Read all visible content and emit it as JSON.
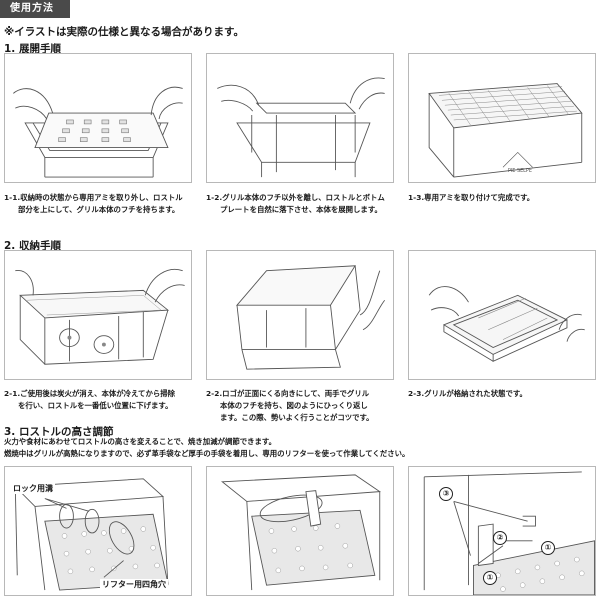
{
  "header": {
    "title": "使用方法"
  },
  "note": "※イラストは実際の仕様と異なる場合があります。",
  "sections": {
    "unfold": {
      "title": "1. 展開手順",
      "steps": [
        {
          "num": "1-1.",
          "line1": "収納時の状態から専用アミを取り外し、ロストル",
          "line2": "部分を上にして、グリル本体のフチを持ちます。"
        },
        {
          "num": "1-2.",
          "line1": "グリル本体のフチ以外を離し、ロストルとボトム",
          "line2": "プレートを自然に落下させ、本体を展開します。"
        },
        {
          "num": "1-3.",
          "line1": "専用アミを取り付けて完成です。",
          "line2": ""
        }
      ]
    },
    "store": {
      "title": "2. 収納手順",
      "steps": [
        {
          "num": "2-1.",
          "line1": "ご使用後は炭火が消え、本体が冷えてから掃除",
          "line2": "を行い、ロストルを一番低い位置に下げます。"
        },
        {
          "num": "2-2.",
          "line1": "ロゴが正面にくる向きにして、両手でグリル",
          "line2": "本体のフチを持ち、図のようにひっくり返し",
          "line3": "ます。この際、勢いよく行うことがコツです。"
        },
        {
          "num": "2-3.",
          "line1": "グリルが格納された状態です。",
          "line2": ""
        }
      ]
    },
    "height": {
      "title": "3. ロストルの高さ調節",
      "desc1": "火力や食材にあわせてロストルの高さを変えることで、焼き加減が調節できます。",
      "desc2": "燃焼中はグリルが高熱になりますので、必ず革手袋など厚手の手袋を着用し、専用のリフターを使って作業してください。",
      "labels": {
        "lock_groove": "ロック用溝",
        "lifter_hole": "リフター用四角穴"
      },
      "markers": {
        "m1": "①",
        "m2": "②",
        "m3": "③"
      }
    }
  },
  "illustration": {
    "logo_text": "PIE SELPE"
  }
}
